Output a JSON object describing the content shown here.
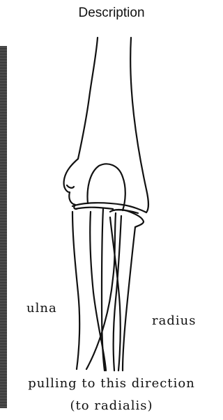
{
  "figure": {
    "title": "Description",
    "labels": {
      "ulna": "ulna",
      "radius": "radius"
    },
    "caption_line1": "pulling to this direction",
    "caption_line2": "(to radialis)"
  },
  "colors": {
    "line": "#111111",
    "bar": "#3a3a3a",
    "background": "#ffffff"
  }
}
